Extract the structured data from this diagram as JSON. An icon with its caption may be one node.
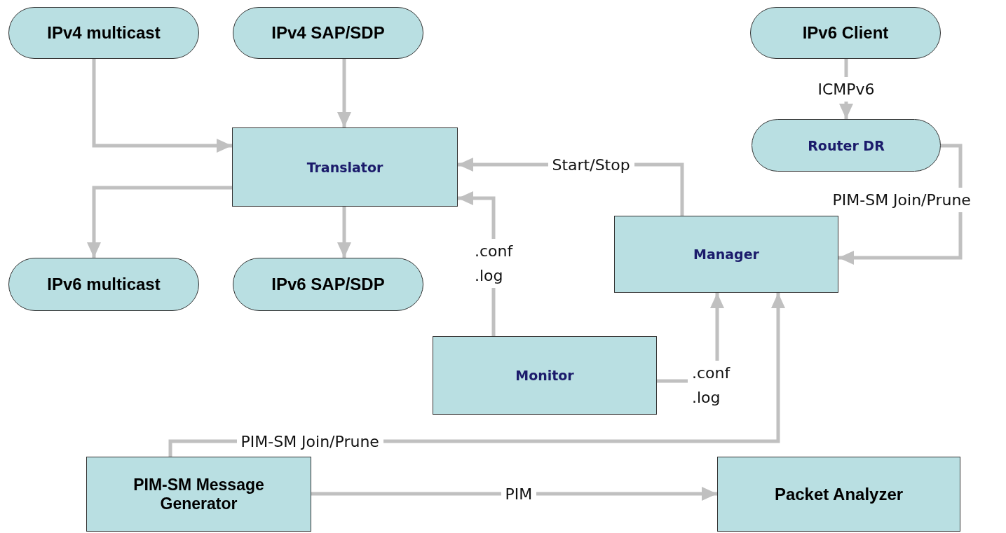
{
  "diagram": {
    "nodes": [
      {
        "text": [
          "IPv4 multicast"
        ]
      },
      {
        "text": [
          "IPv4 SAP/SDP"
        ]
      },
      {
        "text": [
          "IPv6 Client"
        ]
      },
      {
        "text": [
          "Translator"
        ]
      },
      {
        "text": [
          "Router DR"
        ]
      },
      {
        "text": [
          "Manager"
        ]
      },
      {
        "text": [
          "IPv6 multicast"
        ]
      },
      {
        "text": [
          "IPv6 SAP/SDP"
        ]
      },
      {
        "text": [
          "Monitor"
        ]
      },
      {
        "text": [
          "PIM-SM Message Generator"
        ]
      },
      {
        "text": [
          "Packet Analyzer"
        ]
      }
    ],
    "edges": [
      {
        "from": 0,
        "to": 3,
        "arrow": "to"
      },
      {
        "from": 1,
        "to": 3,
        "arrow": "to"
      },
      {
        "from": 3,
        "to": 6,
        "arrow": "to"
      },
      {
        "from": 3,
        "to": 7,
        "arrow": "to"
      },
      {
        "from": 5,
        "to": 3,
        "arrow": "to",
        "label": "Start/Stop"
      },
      {
        "from": 8,
        "to": 3,
        "arrow": "to",
        "label": ".conf .log"
      },
      {
        "from": 2,
        "to": 4,
        "arrow": "to",
        "label": "ICMPv6"
      },
      {
        "from": 4,
        "to": 5,
        "arrow": "to",
        "label": "PIM-SM Join/Prune"
      },
      {
        "from": 8,
        "to": 5,
        "arrow": "to",
        "label": ".conf .log"
      },
      {
        "from": 9,
        "to": 5,
        "arrow": "to",
        "label": "PIM-SM Join/Prune"
      },
      {
        "from": 9,
        "to": 10,
        "arrow": "to",
        "label": "PIM"
      }
    ]
  }
}
